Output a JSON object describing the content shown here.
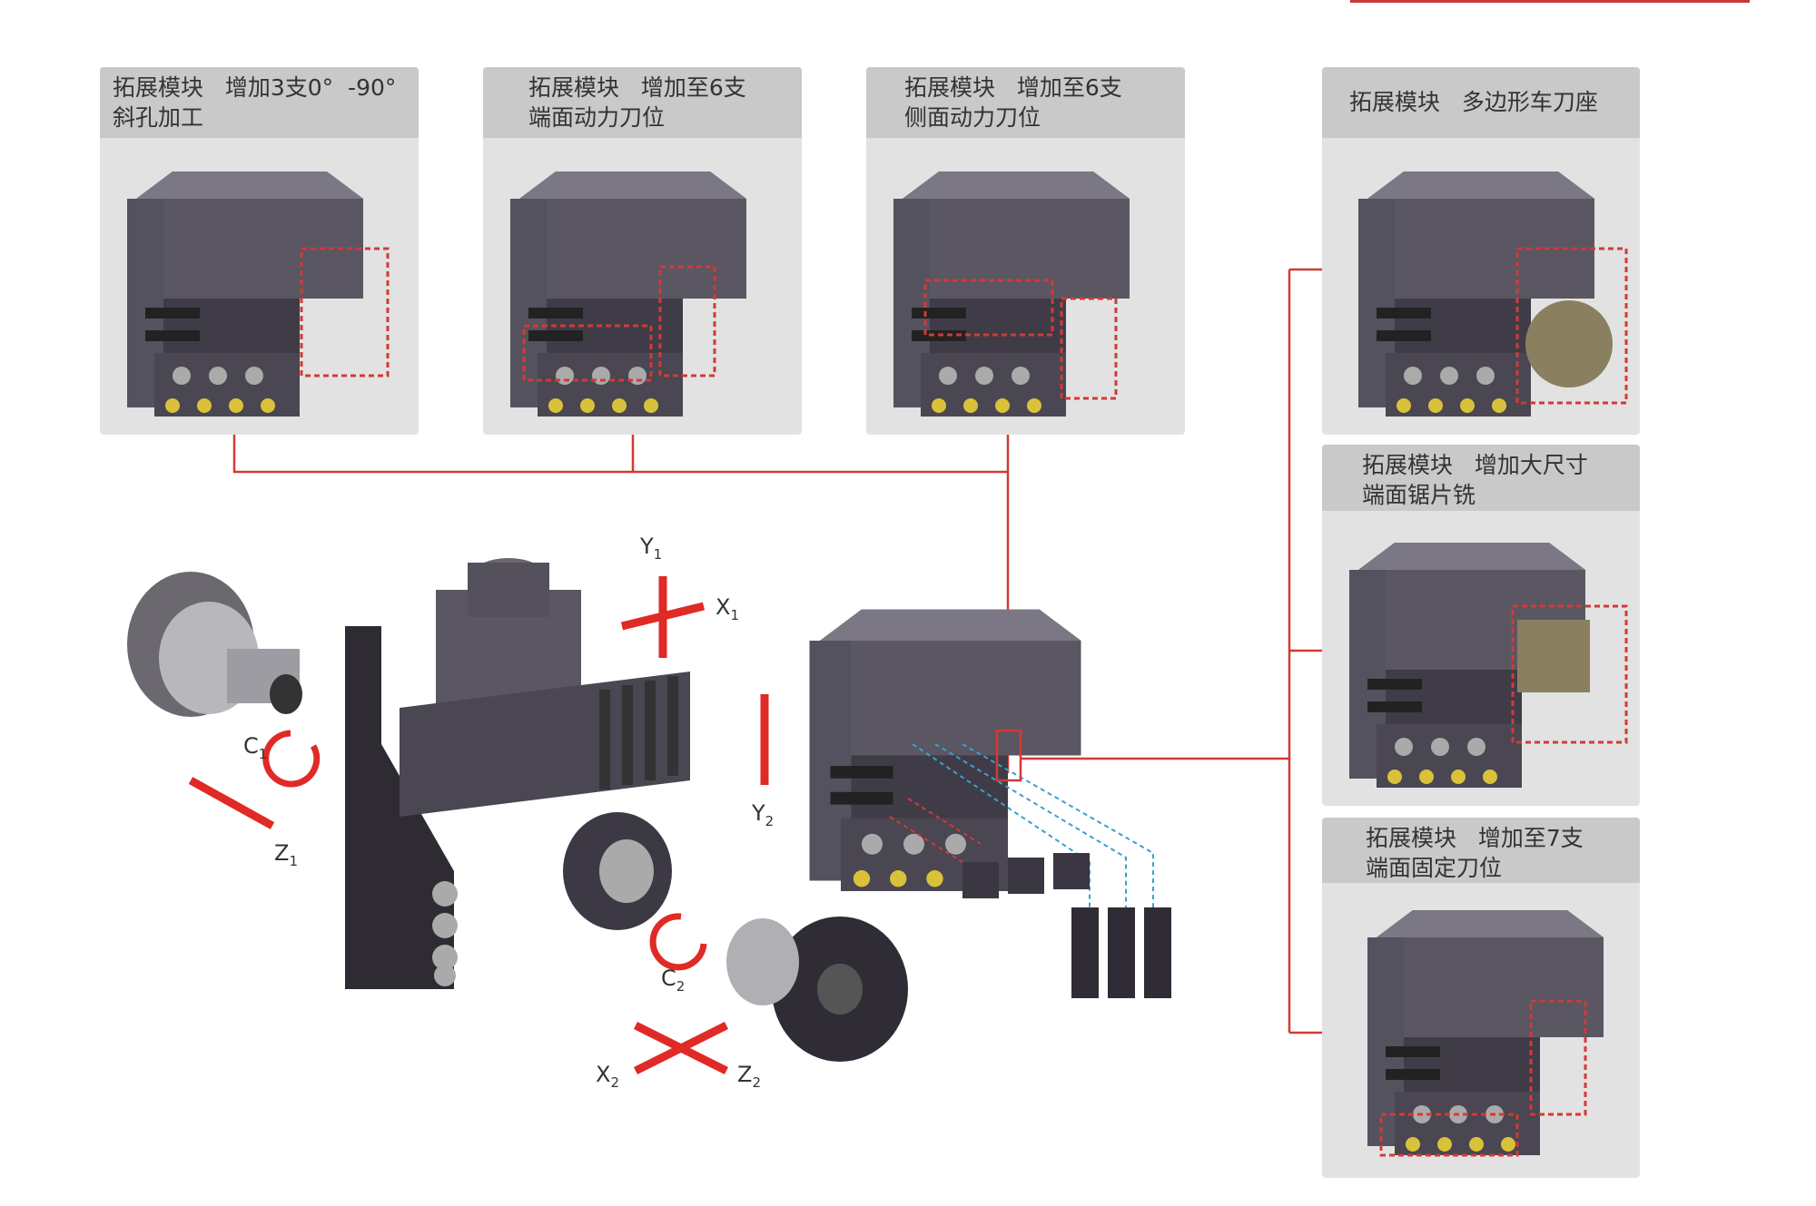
{
  "modules": [
    {
      "line1": "拓展模块   增加3支0°  -90°",
      "line2": "斜孔加工"
    },
    {
      "line1": "拓展模块   增加至6支",
      "line2": "端面动力刀位"
    },
    {
      "line1": "拓展模块   增加至6支",
      "line2": "侧面动力刀位"
    },
    {
      "line1": "拓展模块   多边形车刀座",
      "line2": ""
    },
    {
      "line1": "拓展模块   增加大尺寸",
      "line2": "端面锯片铣"
    },
    {
      "line1": "拓展模块   增加至7支",
      "line2": "端面固定刀位"
    }
  ],
  "axes": [
    {
      "letter": "Y",
      "sub": "1"
    },
    {
      "letter": "X",
      "sub": "1"
    },
    {
      "letter": "C",
      "sub": "1"
    },
    {
      "letter": "Z",
      "sub": "1"
    },
    {
      "letter": "Y",
      "sub": "2"
    },
    {
      "letter": "C",
      "sub": "2"
    },
    {
      "letter": "X",
      "sub": "2"
    },
    {
      "letter": "Z",
      "sub": "2"
    }
  ],
  "colors": {
    "accent": "#d23a36",
    "panel_header": "#c9c9c9",
    "panel_bg": "#e2e2e2",
    "machine": "#4a4652",
    "dotted_blue": "#3aa0d0"
  }
}
